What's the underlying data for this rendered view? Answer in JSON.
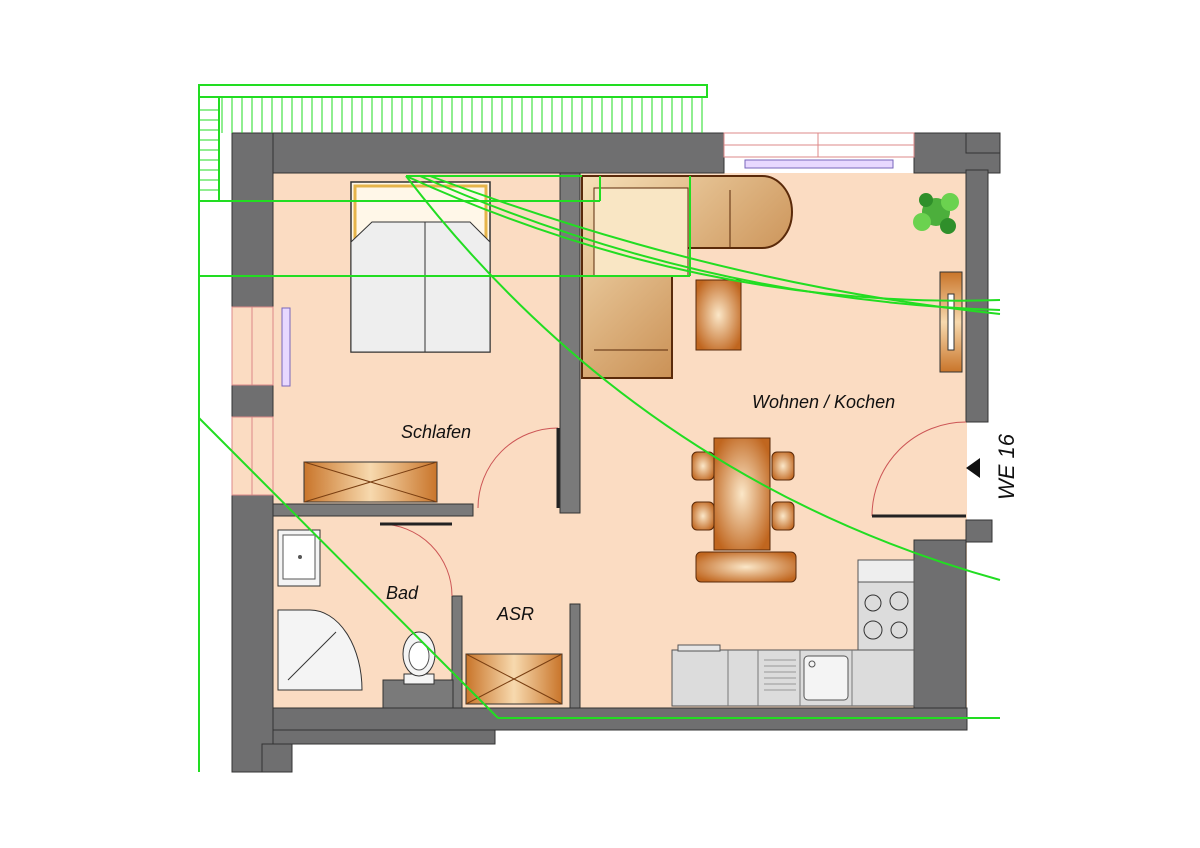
{
  "floor_plan": {
    "rooms": [
      {
        "id": "schlafen",
        "label": "Schlafen"
      },
      {
        "id": "bad",
        "label": "Bad"
      },
      {
        "id": "asr",
        "label": "ASR"
      },
      {
        "id": "wohnen",
        "label": "Wohnen / Kochen"
      }
    ],
    "unit_label": "WE 16",
    "colors": {
      "wall": "#6f6f70",
      "floor": "#fbdcc2",
      "outline": "#1a1a1a",
      "overlay_line": "#22dd22",
      "furniture_wood": "#b8702e",
      "appliance": "#d9d9d9"
    }
  }
}
